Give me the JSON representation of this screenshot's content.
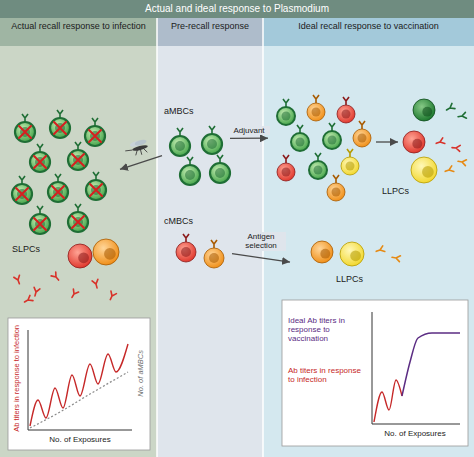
{
  "diagram": {
    "title": "Actual and ideal response to Plasmodium",
    "nodes": [
      {
        "text": [
          "Actual recall response to infection"
        ]
      },
      {
        "text": [
          "SLPCs"
        ],
        "in": 0
      },
      {
        "text": [
          "Ab titers in response to infection",
          "No. of Exposures",
          "No. of aMBCs"
        ],
        "in": 0
      },
      {
        "text": [
          "Pre-recall response"
        ]
      },
      {
        "text": [
          "aMBCs"
        ],
        "in": 3
      },
      {
        "text": [
          "cMBCs"
        ],
        "in": 3
      },
      {
        "text": [
          "Ideal recall response to vaccination"
        ]
      },
      {
        "text": [
          "LLPCs"
        ],
        "in": 6
      },
      {
        "text": [
          "LLPCs"
        ],
        "in": 6
      },
      {
        "text": [
          "Ideal Ab titers in response to vaccination",
          "Ab titers in response to infection",
          "No. of Exposures"
        ],
        "in": 6
      }
    ],
    "edges": [
      {
        "from": 4,
        "to": 1,
        "arrow": "to"
      },
      {
        "from": 4,
        "to": 7,
        "label": "Adjuvant",
        "arrow": "to"
      },
      {
        "from": 5,
        "to": 8,
        "label": "Antigen selection",
        "arrow": "to"
      }
    ]
  }
}
